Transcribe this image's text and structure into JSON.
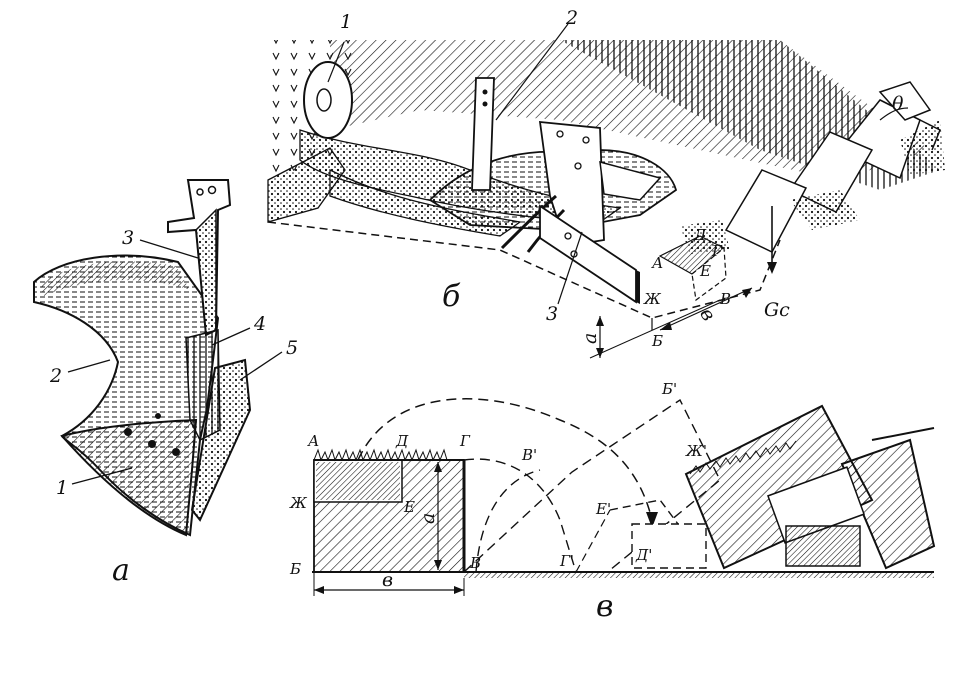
{
  "figure_a": {
    "caption": "а",
    "callouts": [
      "1",
      "2",
      "3",
      "4",
      "5"
    ]
  },
  "figure_b": {
    "caption": "б",
    "callouts": [
      "1",
      "2",
      "3"
    ],
    "points": [
      "А",
      "Д",
      "Е",
      "Г",
      "Ж",
      "Б",
      "В"
    ],
    "dims": {
      "depth": "а",
      "width": "в"
    },
    "angle": "θ",
    "force": "Gc"
  },
  "figure_c": {
    "caption": "в",
    "points": [
      "А",
      "Д",
      "Г",
      "Ж",
      "Е",
      "Б",
      "В",
      "В'",
      "Б'",
      "Ж'",
      "Е'",
      "Д'",
      "Г'"
    ],
    "dims": {
      "depth": "а",
      "width": "в"
    }
  }
}
